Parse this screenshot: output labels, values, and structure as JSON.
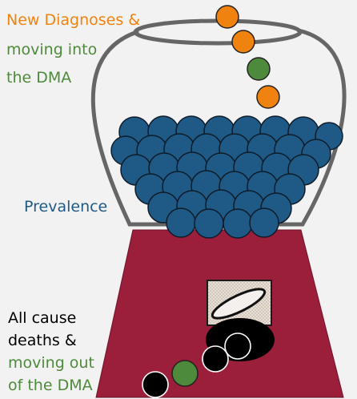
{
  "labels": {
    "new_diagnoses": "New Diagnoses &",
    "moving_into": "moving into",
    "into_dma": "the DMA",
    "prevalence": "Prevalence",
    "all_cause": "All cause",
    "deaths": "deaths &",
    "moving_out": "moving out",
    "out_dma": "of the DMA"
  },
  "colors": {
    "background": "#f2f2f2",
    "new_diagnoses": "#f0820f",
    "moving_in": "#4e8a3b",
    "prevalence_text": "#1f5a87",
    "prevalence_ball": "#1f5a87",
    "death_ball": "#000000",
    "moving_out_ball": "#4e8a3b",
    "machine_base": "#9b1f3a",
    "globe_outline": "#666666",
    "body_text": "#000000"
  },
  "icons": {
    "globe": "gumball-globe",
    "base": "gumball-machine-base",
    "coin_slot": "coin-slot-icon",
    "chute": "exit-chute"
  }
}
